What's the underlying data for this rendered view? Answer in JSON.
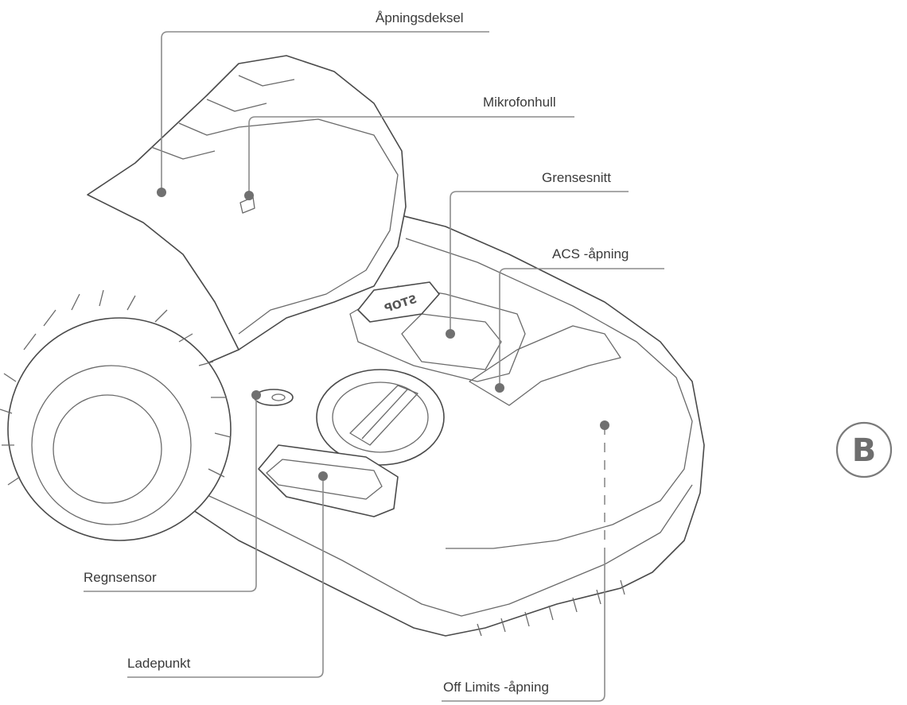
{
  "labels": {
    "lid": "Åpningsdeksel",
    "microphone": "Mikrofonhull",
    "interface": "Grensesnitt",
    "acs": "ACS -åpning",
    "rain_sensor": "Regnsensor",
    "charging_point": "Ladepunkt",
    "off_limits": "Off Limits -åpning"
  },
  "badge": {
    "letter": "B"
  },
  "stop_button": {
    "text": "STOP"
  },
  "colors": {
    "leader_line": "#8c8c8c",
    "dot": "#707070",
    "outline": "#4a4a4a",
    "text": "#3a3a3a"
  }
}
